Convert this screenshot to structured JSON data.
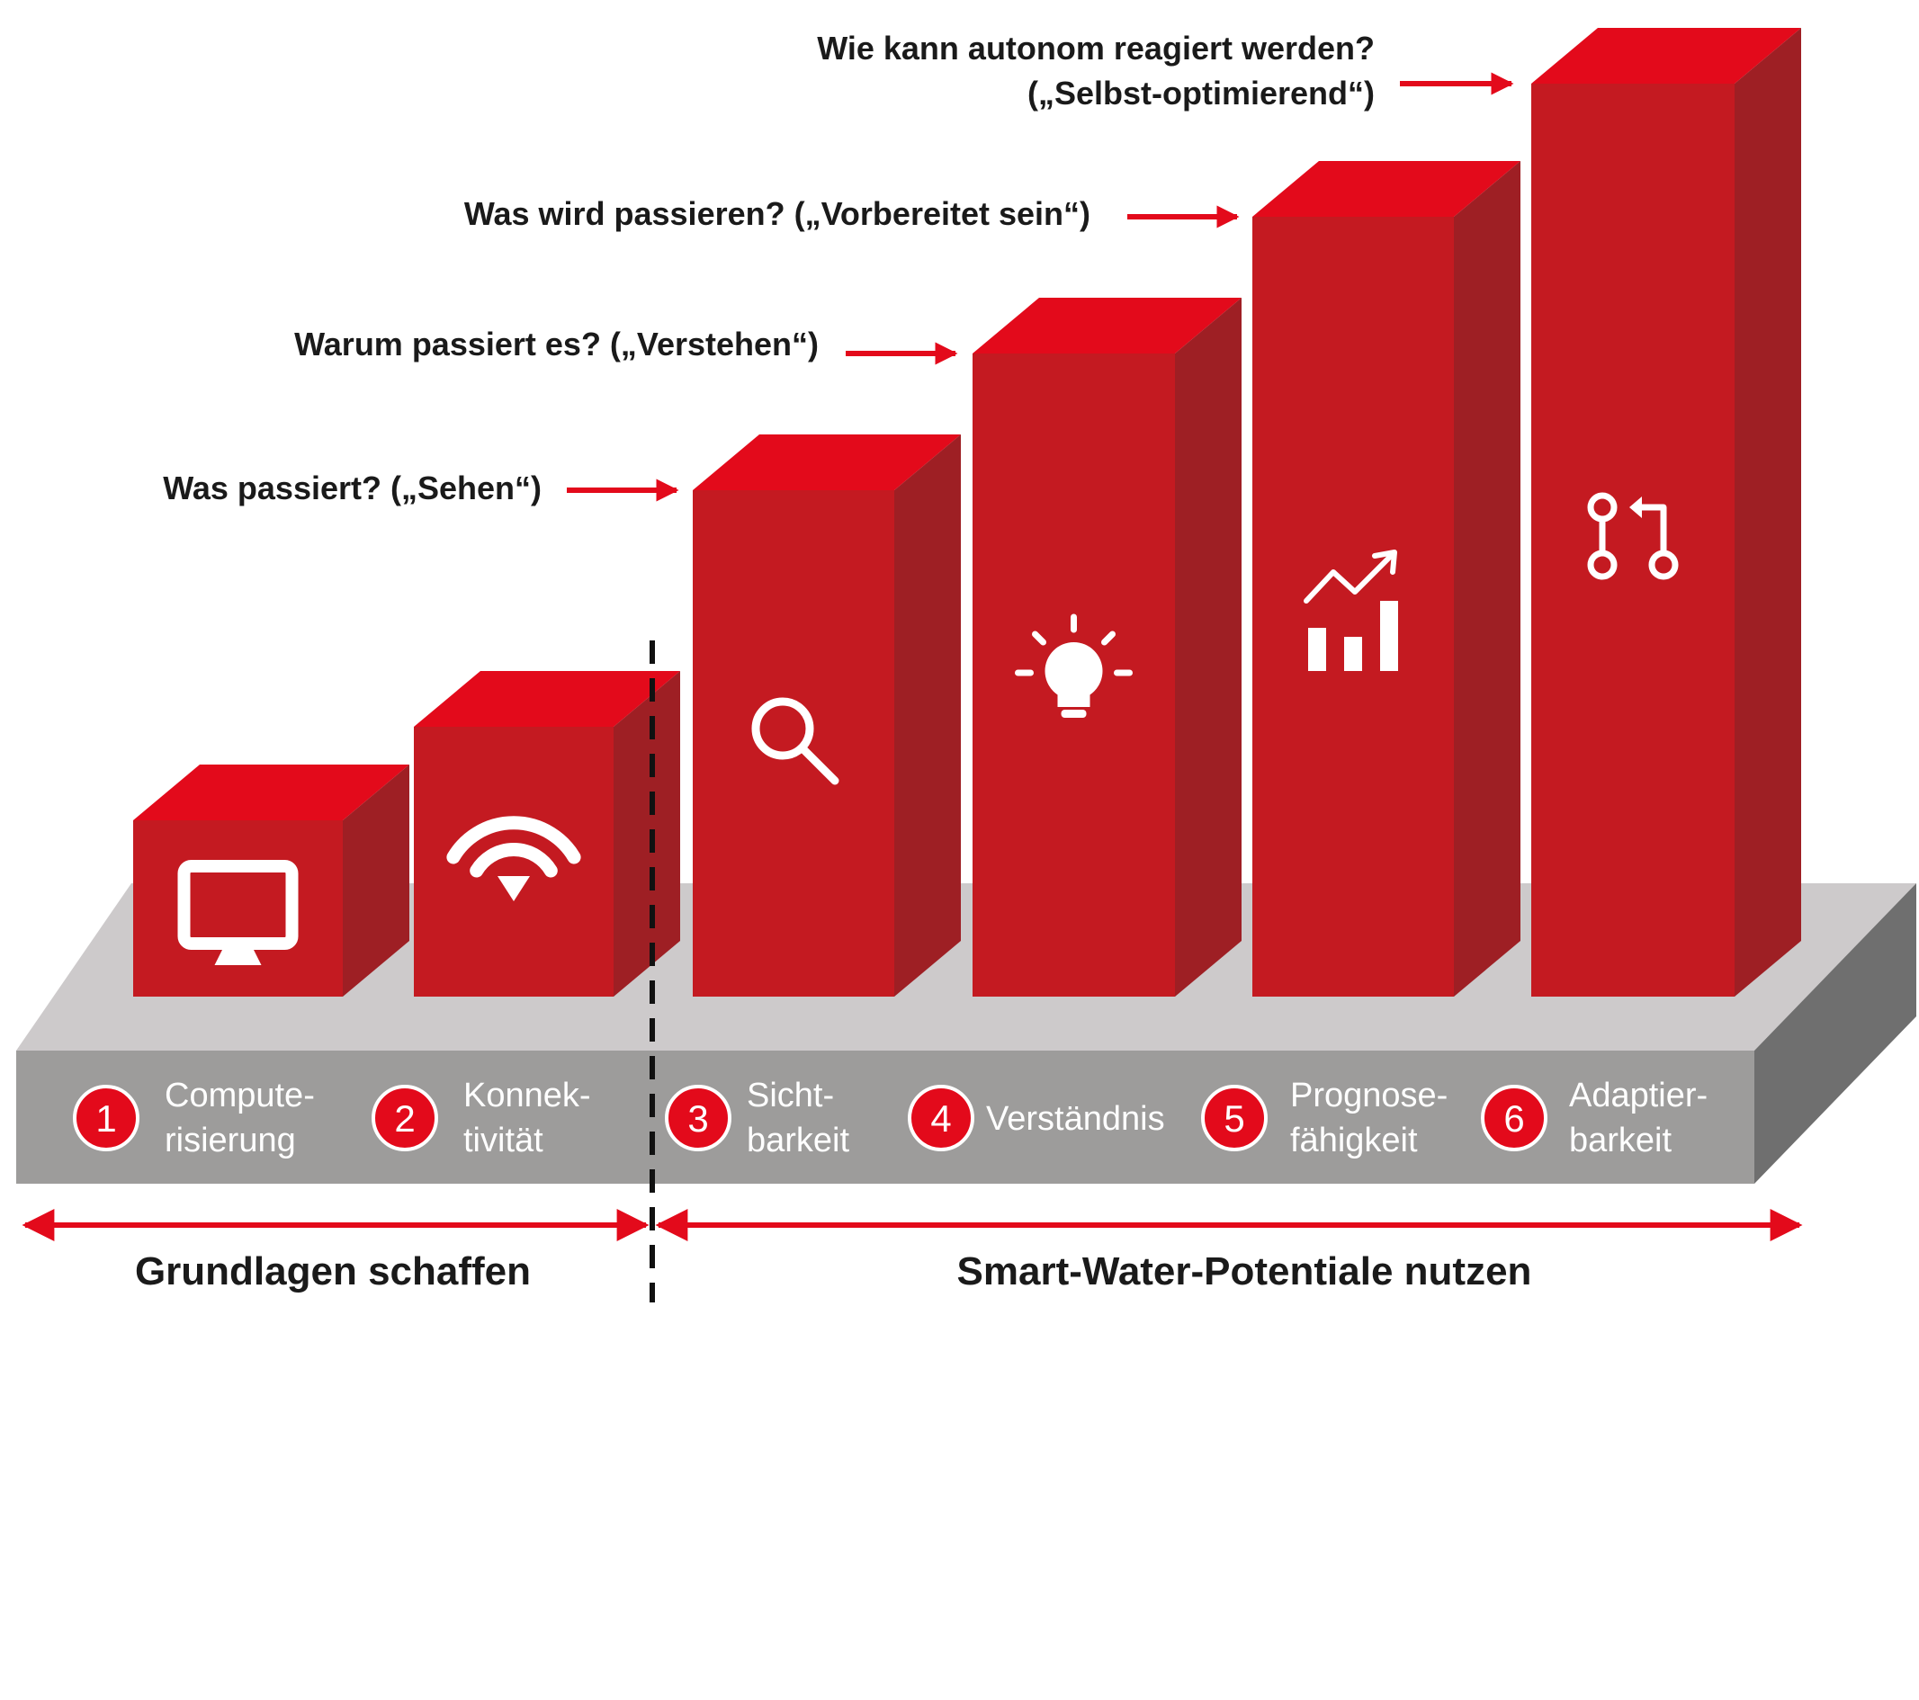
{
  "colors": {
    "red_front": "#c41a21",
    "red_top": "#e30a1b",
    "red_side": "#9e1f24",
    "platform_top": "#cdcacb",
    "platform_front": "#9d9c9b",
    "platform_side": "#6f6f6f",
    "arrow": "#e30a1b",
    "text": "#1a1a1a"
  },
  "questions": [
    {
      "lines": [
        "Was passiert? („Sehen“)"
      ]
    },
    {
      "lines": [
        "Warum passiert es? („Verstehen“)"
      ]
    },
    {
      "lines": [
        "Was wird passieren? („Vorbereitet sein“)"
      ]
    },
    {
      "lines": [
        "Wie kann autonom reagiert werden?",
        "(„Selbst-optimierend“)"
      ]
    }
  ],
  "steps": [
    {
      "number": "1",
      "label_lines": [
        "Compute-",
        "risierung"
      ],
      "icon": "monitor-icon",
      "level": 1
    },
    {
      "number": "2",
      "label_lines": [
        "Konnek-",
        "tivität"
      ],
      "icon": "wifi-icon",
      "level": 2
    },
    {
      "number": "3",
      "label_lines": [
        "Sicht-",
        "barkeit"
      ],
      "icon": "search-icon",
      "level": 3
    },
    {
      "number": "4",
      "label_lines": [
        "Verständnis"
      ],
      "icon": "lightbulb-icon",
      "level": 4
    },
    {
      "number": "5",
      "label_lines": [
        "Prognose-",
        "fähigkeit"
      ],
      "icon": "growth-chart-icon",
      "level": 5
    },
    {
      "number": "6",
      "label_lines": [
        "Adaptier-",
        "barkeit"
      ],
      "icon": "adaptive-flow-icon",
      "level": 6
    }
  ],
  "phases": [
    {
      "label": "Grundlagen schaffen"
    },
    {
      "label": "Smart-Water-Potentiale nutzen"
    }
  ]
}
